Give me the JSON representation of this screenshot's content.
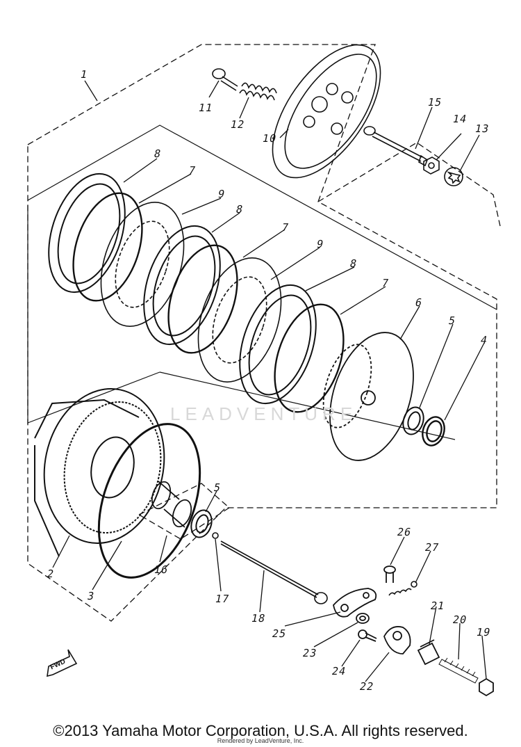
{
  "diagram": {
    "part_numbers": [
      "1",
      "2",
      "3",
      "4",
      "5",
      "5",
      "6",
      "7",
      "7",
      "7",
      "8",
      "8",
      "8",
      "9",
      "9",
      "10",
      "11",
      "12",
      "13",
      "14",
      "15",
      "16",
      "17",
      "18",
      "19",
      "20",
      "21",
      "22",
      "23",
      "24",
      "25",
      "26",
      "27"
    ],
    "direction_marker": "FWD",
    "watermark": "LEADVENTURE"
  },
  "footer": {
    "copyright": "©2013 Yamaha Motor Corporation, U.S.A. All rights reserved.",
    "rendered_by": "Rendered by LeadVenture, Inc."
  }
}
